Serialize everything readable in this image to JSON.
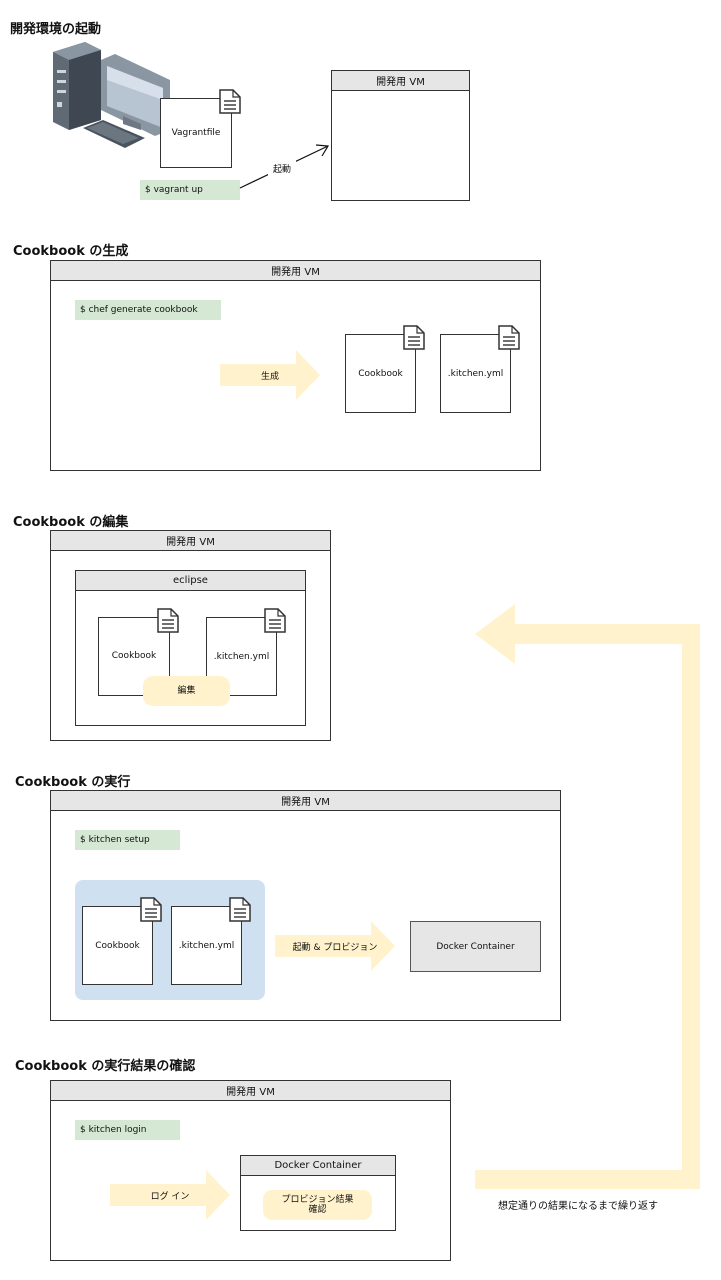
{
  "sections": {
    "startup": {
      "title": "開発環境の起動",
      "vagrantfile": "Vagrantfile",
      "command": "$ vagrant up",
      "arrow_label": "起動",
      "vm_title": "開発用 VM"
    },
    "generate": {
      "title": "Cookbook の生成",
      "vm_title": "開発用 VM",
      "command": "$ chef generate cookbook",
      "arrow_label": "生成",
      "file_cookbook": "Cookbook",
      "file_kitchen": ".kitchen.yml"
    },
    "edit": {
      "title": "Cookbook の編集",
      "vm_title": "開発用 VM",
      "eclipse_title": "eclipse",
      "file_cookbook": "Cookbook",
      "file_kitchen": ".kitchen.yml",
      "edit_label": "編集"
    },
    "run": {
      "title": "Cookbook の実行",
      "vm_title": "開発用 VM",
      "command": "$ kitchen setup",
      "file_cookbook": "Cookbook",
      "file_kitchen": ".kitchen.yml",
      "arrow_label": "起動 & プロビジョン",
      "container": "Docker Container"
    },
    "verify": {
      "title": "Cookbook の実行結果の確認",
      "vm_title": "開発用 VM",
      "command": "$ kitchen login",
      "arrow_label": "ログ イン",
      "container_title": "Docker Container",
      "check_label_line1": "プロビジョン結果",
      "check_label_line2": "確認"
    }
  },
  "loop_label": "想定通りの結果になるまで繰り返す",
  "colors": {
    "command_bg": "#d5e8d4",
    "arrow_fill": "#fff2cc",
    "header_bg": "#e6e6e6",
    "group_bg": "#cfe0f1"
  },
  "icons": [
    "computer-icon",
    "file-icon"
  ]
}
